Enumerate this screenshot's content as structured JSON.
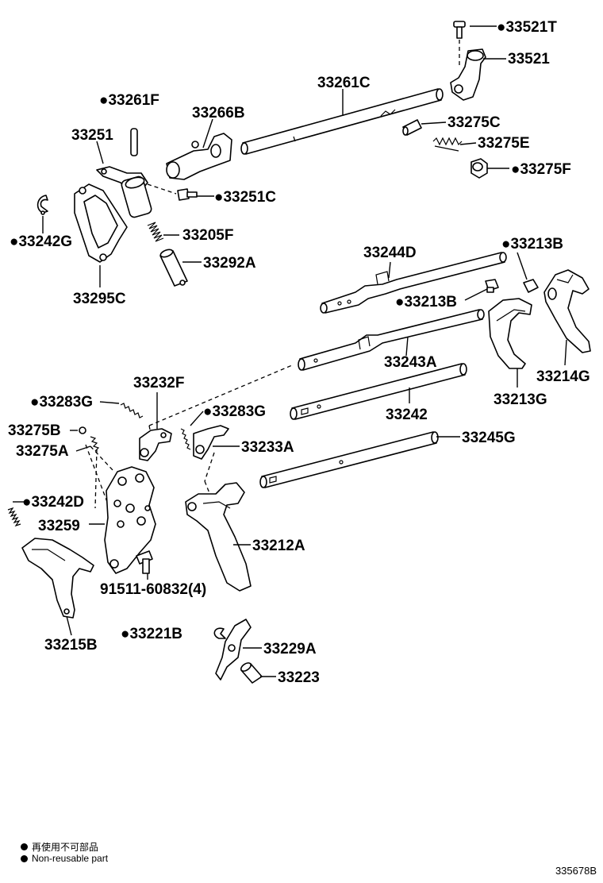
{
  "labels": {
    "p33521T": "●33521T",
    "p33521": "33521",
    "p33261C": "33261C",
    "p33275C": "33275C",
    "p33275E": "33275E",
    "p33275F": "●33275F",
    "p33261F": "●33261F",
    "p33266B": "33266B",
    "p33251": "33251",
    "p33251C": "●33251C",
    "p33242G": "●33242G",
    "p33205F": "33205F",
    "p33292A": "33292A",
    "p33295C": "33295C",
    "p33244D": "33244D",
    "p33213B_top": "●33213B",
    "p33213B_mid": "●33213B",
    "p33243A": "33243A",
    "p33214G": "33214G",
    "p33213G": "33213G",
    "p33232F": "33232F",
    "p33283G_left": "●33283G",
    "p33283G_right": "●33283G",
    "p33242": "33242",
    "p33275B": "33275B",
    "p33275A": "33275A",
    "p33233A": "33233A",
    "p33245G": "33245G",
    "p33242D": "●33242D",
    "p33259": "33259",
    "p33212A": "33212A",
    "p91511": "91511-60832(4)",
    "p33215B": "33215B",
    "p33221B": "●33221B",
    "p33229A": "33229A",
    "p33223": "33223"
  },
  "legend": {
    "japanese": "再使用不可部品",
    "english": "Non-reusable part"
  },
  "diagram_code": "335678B"
}
